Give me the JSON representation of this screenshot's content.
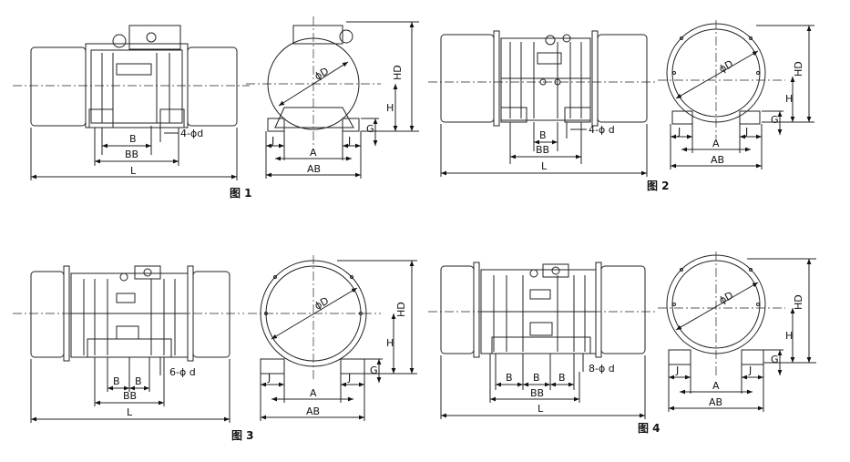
{
  "figures": [
    {
      "caption": "图 1",
      "side": {
        "hole_label": "4-ϕd",
        "b": "B",
        "bb": "BB",
        "l": "L"
      },
      "end": {
        "d": "ϕD",
        "hd": "HD",
        "h": "H",
        "g": "G",
        "j_left": "J",
        "j_right": "J",
        "a": "A",
        "ab": "AB"
      }
    },
    {
      "caption": "图 2",
      "side": {
        "hole_label": "4-ϕ d",
        "b": "B",
        "bb": "BB",
        "l": "L"
      },
      "end": {
        "d": "ϕD",
        "hd": "HD",
        "h": "H",
        "g": "G",
        "j_left": "J",
        "j_right": "J",
        "a": "A",
        "ab": "AB"
      }
    },
    {
      "caption": "图 3",
      "side": {
        "hole_label": "6-ϕ d",
        "b1": "B",
        "b2": "B",
        "bb": "BB",
        "l": "L"
      },
      "end": {
        "d": "ϕD",
        "hd": "HD",
        "h": "H",
        "g": "G",
        "j_left": "J",
        "j_right": "J",
        "a": "A",
        "ab": "AB"
      }
    },
    {
      "caption": "图 4",
      "side": {
        "hole_label": "8-ϕ d",
        "b1": "B",
        "b2": "B",
        "b3": "B",
        "bb": "BB",
        "l": "L"
      },
      "end": {
        "d": "ϕD",
        "hd": "HD",
        "h": "H",
        "g": "G",
        "j_left": "J",
        "j_right": "J",
        "a": "A",
        "ab": "AB"
      }
    }
  ]
}
